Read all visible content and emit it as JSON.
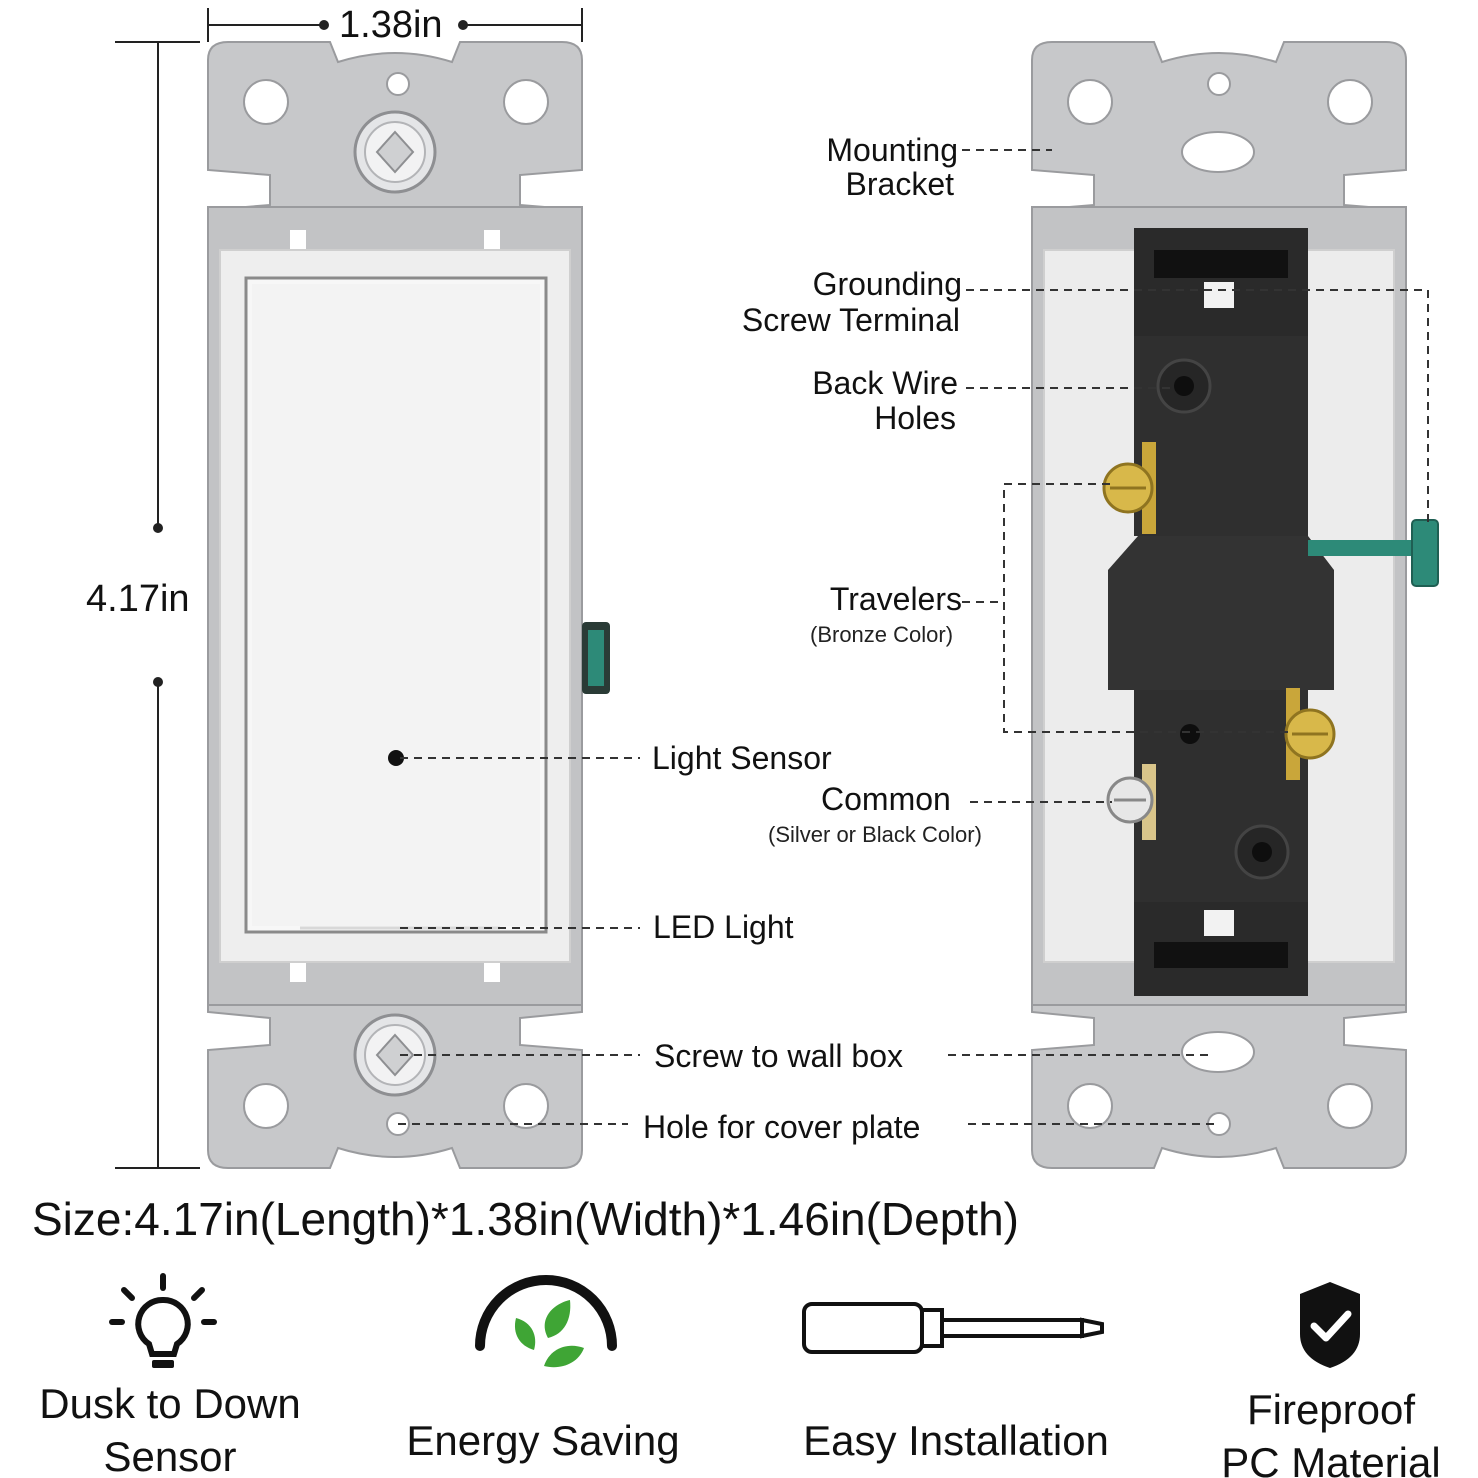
{
  "dimensions": {
    "width": "1.38in",
    "height": "4.17in"
  },
  "labels": {
    "mounting_bracket": [
      "Mounting",
      "Bracket"
    ],
    "grounding": [
      "Grounding",
      "Screw Terminal"
    ],
    "back_wire": [
      "Back Wire",
      "Holes"
    ],
    "travelers": "Travelers",
    "travelers_note": "(Bronze Color)",
    "light_sensor": "Light Sensor",
    "common": "Common",
    "common_note": "(Silver or Black Color)",
    "led_light": "LED Light",
    "screw_wall_box": "Screw to wall box",
    "hole_cover": "Hole for cover plate"
  },
  "size_text": "Size:4.17in(Length)*1.38in(Width)*1.46in(Depth)",
  "features": [
    {
      "icon": "bulb-icon",
      "lines": [
        "Dusk to Down",
        "Sensor"
      ]
    },
    {
      "icon": "leaf-gauge-icon",
      "lines": [
        "Energy Saving"
      ]
    },
    {
      "icon": "screwdriver-icon",
      "lines": [
        "Easy Installation"
      ]
    },
    {
      "icon": "shield-check-icon",
      "lines": [
        "Fireproof",
        "PC Material"
      ]
    }
  ],
  "colors": {
    "bracket": "#c7c8ca",
    "switch_white": "#f4f4f4",
    "body_black": "#2a2a2a",
    "brass": "#c9a63a",
    "leaf_green": "#3fa535",
    "ground_green": "#2d8a78"
  }
}
